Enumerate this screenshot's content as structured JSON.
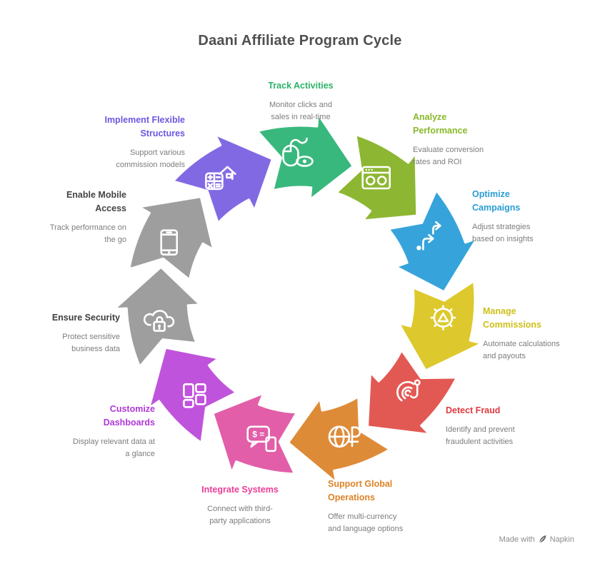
{
  "title": "Daani Affiliate Program Cycle",
  "colors": {
    "title": "#4f4f4f",
    "description": "#7d7d7d",
    "footer": "#8c8c8c",
    "segment_outline": "#ffffff"
  },
  "steps": [
    {
      "key": "track-activities",
      "title_lines": [
        "Track Activities"
      ],
      "desc_lines": [
        "Monitor clicks and",
        "sales in real-time"
      ],
      "color": "#39b87e",
      "label_color": "#2bb367",
      "icon": "mouse-tracking-icon"
    },
    {
      "key": "analyze-performance",
      "title_lines": [
        "Analyze",
        "Performance"
      ],
      "desc_lines": [
        "Evaluate conversion",
        "rates and ROI"
      ],
      "color": "#8db733",
      "label_color": "#8ab82a",
      "icon": "analytics-window-icon"
    },
    {
      "key": "optimize-campaigns",
      "title_lines": [
        "Optimize",
        "Campaigns"
      ],
      "desc_lines": [
        "Adjust strategies",
        "based on insights"
      ],
      "color": "#36a4db",
      "label_color": "#2b9cd4",
      "icon": "strategy-arrow-icon"
    },
    {
      "key": "manage-commissions",
      "title_lines": [
        "Manage",
        "Commissions"
      ],
      "desc_lines": [
        "Automate calculations",
        "and payouts"
      ],
      "color": "#ddc92d",
      "label_color": "#cfc01c",
      "icon": "automation-gear-icon"
    },
    {
      "key": "detect-fraud",
      "title_lines": [
        "Detect Fraud"
      ],
      "desc_lines": [
        "Identify and prevent",
        "fraudulent activities"
      ],
      "color": "#e25954",
      "label_color": "#e03a40",
      "icon": "fraud-fingerprint-icon"
    },
    {
      "key": "support-global",
      "title_lines": [
        "Support Global",
        "Operations"
      ],
      "desc_lines": [
        "Offer multi-currency",
        "and language options"
      ],
      "color": "#de8b38",
      "label_color": "#dd8326",
      "icon": "globe-currency-icon"
    },
    {
      "key": "integrate-systems",
      "title_lines": [
        "Integrate Systems"
      ],
      "desc_lines": [
        "Connect with third-",
        "party applications"
      ],
      "color": "#e25ea8",
      "label_color": "#ec3d97",
      "icon": "chat-pricing-icon"
    },
    {
      "key": "customize-dashboards",
      "title_lines": [
        "Customize",
        "Dashboards"
      ],
      "desc_lines": [
        "Display relevant data at",
        "a glance"
      ],
      "color": "#c053dc",
      "label_color": "#b138d6",
      "icon": "dashboard-grid-icon"
    },
    {
      "key": "ensure-security",
      "title_lines": [
        "Ensure Security"
      ],
      "desc_lines": [
        "Protect sensitive",
        "business data"
      ],
      "color": "#9e9e9e",
      "label_color": "#3e3e3e",
      "icon": "cloud-lock-icon"
    },
    {
      "key": "enable-mobile",
      "title_lines": [
        "Enable Mobile",
        "Access"
      ],
      "desc_lines": [
        "Track performance on",
        "the go"
      ],
      "color": "#9e9e9e",
      "label_color": "#444444",
      "icon": "smartphone-icon"
    },
    {
      "key": "implement-flexible",
      "title_lines": [
        "Implement Flexible",
        "Structures"
      ],
      "desc_lines": [
        "Support various",
        "commission models"
      ],
      "color": "#8269e4",
      "label_color": "#6a58e2",
      "icon": "calculator-house-icon"
    }
  ],
  "footer": {
    "made_with": "Made with",
    "brand": "Napkin"
  }
}
